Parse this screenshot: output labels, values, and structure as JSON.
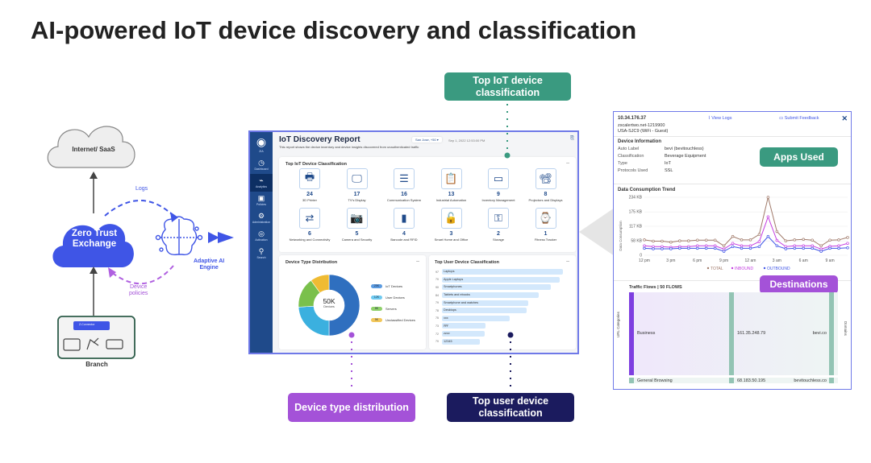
{
  "title": "AI-powered IoT device discovery and classification",
  "callouts": {
    "top_iot": "Top IoT device classification",
    "device_type": "Device type distribution",
    "top_user": "Top user device classification",
    "apps_used": "Apps Used",
    "destinations": "Destinations"
  },
  "colors": {
    "teal": "#3a9a80",
    "purple": "#a452d8",
    "navy": "#1b1b5e",
    "blue": "#3f55e6",
    "dash_border": "#6f79e8"
  },
  "diagram": {
    "internet": "Internet/ SaaS",
    "zte_line1": "Zero Trust",
    "zte_line2": "Exchange",
    "logs": "Logs",
    "device_policies_line1": "Device",
    "device_policies_line2": "policies",
    "ai_engine_line1": "Adaptive AI",
    "ai_engine_line2": "Engine",
    "connector": "Z-Connector",
    "branch": "Branch"
  },
  "dashboard": {
    "sidebar": [
      {
        "label": "ZIA",
        "icon": "globe-icon"
      },
      {
        "label": "Dashboard",
        "icon": "gauge-icon"
      },
      {
        "label": "Analytics",
        "icon": "chart-icon",
        "active": true
      },
      {
        "label": "Policies",
        "icon": "policy-icon"
      },
      {
        "label": "Administration",
        "icon": "admin-icon"
      },
      {
        "label": "Activation",
        "icon": "activation-icon"
      },
      {
        "label": "Search",
        "icon": "search-icon"
      }
    ],
    "report_title": "IoT Discovery Report",
    "report_subtitle": "This report shows the device inventory and device insights discovered from unauthenticated traffic",
    "location": "San Jose, +50",
    "timestamp": "Sep 1, 2022 12:53:00 PM",
    "top_iot": {
      "title": "Top IoT Device Classification",
      "tiles": [
        {
          "count": "24",
          "label": "3D Printer",
          "icon": "🖶"
        },
        {
          "count": "17",
          "label": "TV's Display",
          "icon": "🖵"
        },
        {
          "count": "16",
          "label": "Communication System",
          "icon": "☰"
        },
        {
          "count": "13",
          "label": "Industrial Automation",
          "icon": "📋"
        },
        {
          "count": "9",
          "label": "Inventory Management",
          "icon": "▭"
        },
        {
          "count": "8",
          "label": "Projectors and Displays",
          "icon": "📽"
        },
        {
          "count": "6",
          "label": "Networking and Connectivity",
          "icon": "⇄"
        },
        {
          "count": "5",
          "label": "Camera and Security",
          "icon": "📷"
        },
        {
          "count": "4",
          "label": "Barcode and RFID",
          "icon": "▮"
        },
        {
          "count": "3",
          "label": "Smart Home and Office",
          "icon": "🔓"
        },
        {
          "count": "2",
          "label": "Storage",
          "icon": "⚿"
        },
        {
          "count": "1",
          "label": "Fitness Tracker",
          "icon": "⌚"
        }
      ]
    },
    "device_type": {
      "title": "Device Type Distribution",
      "center_value": "50K",
      "center_label": "Devices",
      "legend": [
        {
          "value": "25K",
          "label": "IoT Devices",
          "color": "#2f6fbf",
          "pill": "#5b9be0"
        },
        {
          "value": "12K",
          "label": "User Devices",
          "color": "#3bb0df",
          "pill": "#6fcaf0"
        },
        {
          "value": "8K",
          "label": "Servers",
          "color": "#7ac04b",
          "pill": "#8fd06a"
        },
        {
          "value": "5K",
          "label": "Unclassified Devices",
          "color": "#efbb33",
          "pill": "#f2c75a"
        }
      ]
    },
    "top_user": {
      "title": "Top User Device Classification",
      "rows": [
        {
          "value": 97,
          "label": "Laptops"
        },
        {
          "value": 70,
          "label": "Apple Laptops"
        },
        {
          "value": 90,
          "label": "Smartphones"
        },
        {
          "value": 84,
          "label": "Tablets and ebooks"
        },
        {
          "value": 79,
          "label": "Smartphone and watches"
        },
        {
          "value": 78,
          "label": "Desktops"
        },
        {
          "value": 75,
          "label": "xxx"
        },
        {
          "value": 73,
          "label": "yyy"
        },
        {
          "value": 72,
          "label": "zzzz"
        },
        {
          "value": 70,
          "label": "12345"
        }
      ]
    }
  },
  "panel": {
    "ip": "10.34.176.37",
    "view_logs": "View Logs",
    "submit_feedback": "Submit Feedback",
    "host": "zscalertwo.net-1219900",
    "network": "USA-SJC9 (WiFi - Guest)",
    "device_info_title": "Device Information",
    "info": [
      {
        "k": "Auto Label",
        "v": "bevi (bevitouchless)"
      },
      {
        "k": "Classification",
        "v": "Beverage Equipment"
      },
      {
        "k": "Type",
        "v": "IoT"
      },
      {
        "k": "Protocols Used",
        "v": "SSL"
      }
    ],
    "trend_title": "Data Consumption Trend",
    "trend_ylabel": "Data Consumption",
    "y_ticks": [
      "234 KB",
      "175 KB",
      "117 KB",
      "58 KB",
      "0"
    ],
    "x_ticks": [
      "12 pm",
      "3 pm",
      "6 pm",
      "9 pm",
      "12 am",
      "3 am",
      "6 am",
      "9 am"
    ],
    "legend": [
      "TOTAL",
      "INBOUND",
      "OUTBOUND"
    ],
    "flows_title": "Traffic Flows | 50 FLOWS",
    "url_categories": "URL Categories",
    "domains": "Domains",
    "flows": [
      {
        "category": "Business",
        "ip": "161.35.248.79",
        "domain": "bevi.co"
      },
      {
        "category": "General Browsing",
        "ip": "68.183.50.195",
        "domain": "bevitouchless.co"
      }
    ]
  },
  "chart_data": {
    "type": "line",
    "title": "Data Consumption Trend",
    "ylabel": "Data Consumption",
    "ylim": [
      0,
      234
    ],
    "y_unit": "KB",
    "x": [
      "12pm",
      "1pm",
      "2pm",
      "3pm",
      "4pm",
      "5pm",
      "6pm",
      "7pm",
      "8pm",
      "9pm",
      "10pm",
      "11pm",
      "12am",
      "1am",
      "2am",
      "3am",
      "4am",
      "5am",
      "6am",
      "7am",
      "8am",
      "9am",
      "10am",
      "11am"
    ],
    "series": [
      {
        "name": "TOTAL",
        "color": "#a07a6a",
        "values": [
          62,
          57,
          57,
          53,
          58,
          58,
          61,
          61,
          61,
          38,
          76,
          62,
          62,
          84,
          234,
          96,
          58,
          62,
          64,
          61,
          38,
          61,
          62,
          72
        ]
      },
      {
        "name": "INBOUND",
        "color": "#c43ee0",
        "values": [
          38,
          35,
          35,
          32,
          35,
          35,
          38,
          38,
          38,
          25,
          48,
          38,
          38,
          55,
          155,
          60,
          35,
          38,
          38,
          38,
          25,
          36,
          38,
          48
        ]
      },
      {
        "name": "OUTBOUND",
        "color": "#3f55e6",
        "values": [
          28,
          26,
          26,
          26,
          28,
          28,
          28,
          28,
          28,
          16,
          35,
          28,
          28,
          35,
          76,
          38,
          26,
          28,
          28,
          28,
          16,
          28,
          28,
          30
        ]
      }
    ]
  }
}
